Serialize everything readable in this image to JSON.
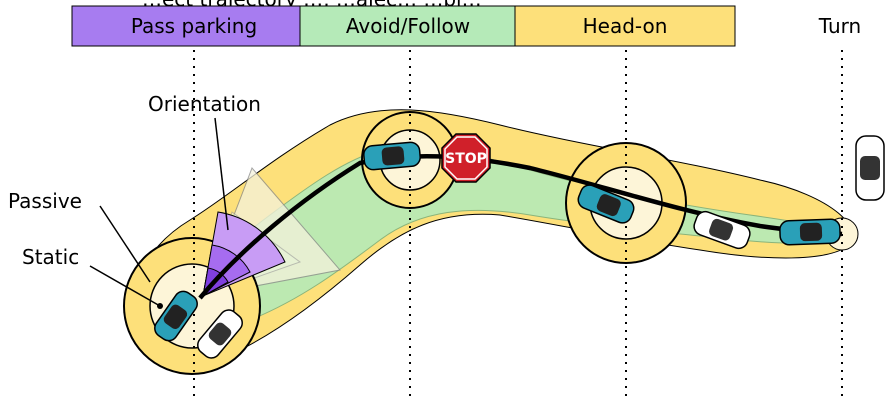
{
  "caption_fragment": "…ect trajectory …, …ajec… …pl…",
  "phases": [
    {
      "label": "Pass parking",
      "color": "#a77cf0"
    },
    {
      "label": "Avoid/Follow",
      "color": "#b5eab8"
    },
    {
      "label": "Head-on",
      "color": "#fde07a"
    },
    {
      "label": "Turn",
      "color": "#ffffff"
    }
  ],
  "labels": {
    "orientation": "Orientation",
    "passive": "Passive",
    "static": "Static",
    "stop": "STOP"
  },
  "colors": {
    "outer_band": "#fde07a",
    "inner_band": "#b5eab8",
    "circle_fill": "#fdf5d8",
    "sector_dark": "#7f3fe0",
    "sector_mid": "#a66cf0",
    "sector_light": "#c89cf5",
    "ego_car": "#2aa0b8",
    "other_car": "#ffffff",
    "stop_sign": "#d0202a"
  }
}
